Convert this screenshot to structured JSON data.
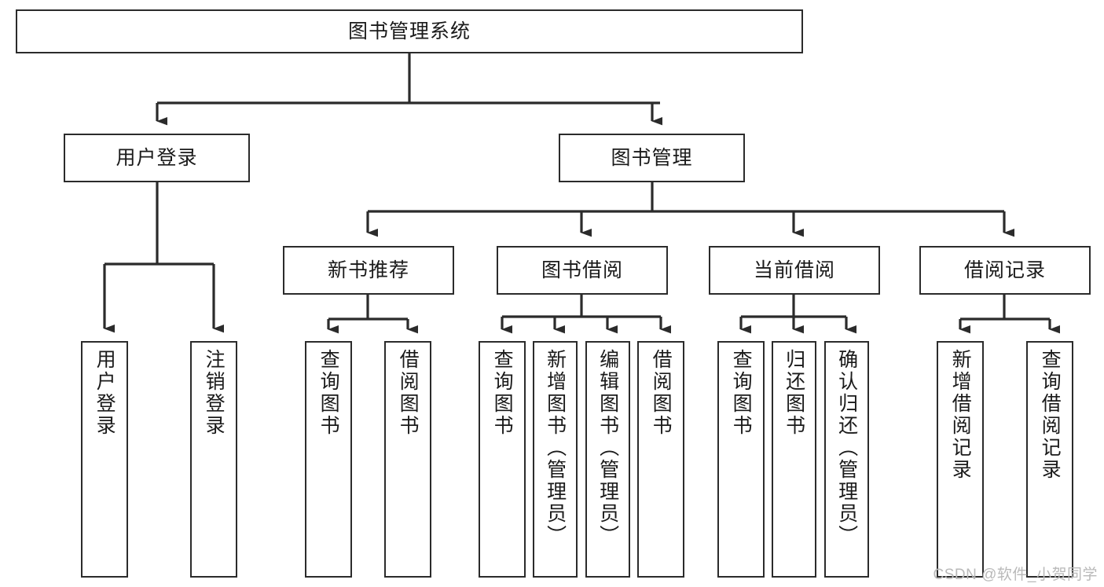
{
  "diagram": {
    "title": "图书管理系统",
    "type": "tree",
    "orientation": "top-down",
    "colors": {
      "background": "#ffffff",
      "node_fill": "#ffffff",
      "node_border": "#2b2b2b",
      "edge": "#2b2b2b",
      "text": "#1a1a1a",
      "watermark": "#b9b9b9"
    },
    "root": {
      "label": "图书管理系统",
      "name": "node-root-library-system"
    },
    "branches": [
      {
        "label": "用户登录",
        "name": "node-user-login",
        "children": [
          {
            "label": "用户登录",
            "name": "leaf-user-login"
          },
          {
            "label": "注销登录",
            "name": "leaf-logout"
          }
        ]
      },
      {
        "label": "图书管理",
        "name": "node-book-management",
        "categories": [
          {
            "label": "新书推荐",
            "name": "node-new-book-recommend",
            "children": [
              {
                "label": "查询图书",
                "name": "leaf-query-book-recommend"
              },
              {
                "label": "借阅图书",
                "name": "leaf-borrow-book-recommend"
              }
            ]
          },
          {
            "label": "图书借阅",
            "name": "node-book-borrow",
            "children": [
              {
                "label": "查询图书",
                "name": "leaf-query-book-borrow"
              },
              {
                "label": "新增图书（管理员）",
                "name": "leaf-add-book-admin"
              },
              {
                "label": "编辑图书（管理员）",
                "name": "leaf-edit-book-admin"
              },
              {
                "label": "借阅图书",
                "name": "leaf-borrow-book"
              }
            ]
          },
          {
            "label": "当前借阅",
            "name": "node-current-borrow",
            "children": [
              {
                "label": "查询图书",
                "name": "leaf-query-book-current"
              },
              {
                "label": "归还图书",
                "name": "leaf-return-book"
              },
              {
                "label": "确认归还（管理员）",
                "name": "leaf-confirm-return-admin"
              }
            ]
          },
          {
            "label": "借阅记录",
            "name": "node-borrow-record",
            "children": [
              {
                "label": "新增借阅记录",
                "name": "leaf-add-borrow-record"
              },
              {
                "label": "查询借阅记录",
                "name": "leaf-query-borrow-record"
              }
            ]
          }
        ]
      }
    ]
  },
  "watermark": {
    "text": "CSDN @软件_小贺同学"
  }
}
